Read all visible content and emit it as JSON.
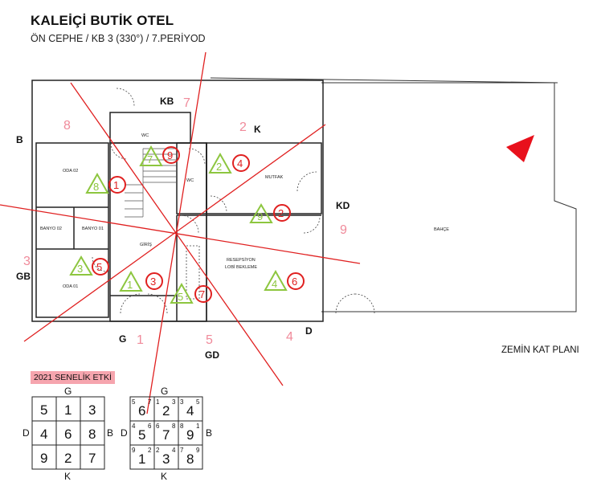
{
  "header": {
    "title": "KALEİÇİ BUTİK OTEL",
    "subtitle": "ÖN CEPHE / KB 3 (330°) / 7.PERİYOD"
  },
  "plan": {
    "label": "ZEMİN KAT PLANI",
    "directions": {
      "KB": "KB",
      "K": "K",
      "KD": "KD",
      "D": "D",
      "GD": "GD",
      "G": "G",
      "GB": "GB",
      "B": "B"
    },
    "direction_numbers": {
      "KB": "7",
      "K": "2",
      "KD": "9",
      "D": "4",
      "GD": "5",
      "G": "1",
      "GB": "3",
      "B": "8"
    },
    "rooms": {
      "wc1": "WC",
      "wc2": "WC",
      "oda02": "ODA 02",
      "oda01": "ODA 01",
      "banyo02": "BANYO 02",
      "banyo01": "BANYO 01",
      "giris": "GİRİŞ",
      "mutfak": "MUTFAK",
      "resepsiyon1": "RESEPSİYON",
      "resepsiyon2": "LOBİ BEKLEME",
      "bahce": "BAHÇE"
    },
    "markers": [
      {
        "tri": "7",
        "circ": "9"
      },
      {
        "tri": "8",
        "circ": "1"
      },
      {
        "tri": "2",
        "circ": "4"
      },
      {
        "tri": "9",
        "circ": "2"
      },
      {
        "tri": "3",
        "circ": "5"
      },
      {
        "tri": "1",
        "circ": "3"
      },
      {
        "tri": "5",
        "circ": "7"
      },
      {
        "tri": "4",
        "circ": "6"
      }
    ],
    "colors": {
      "triangle": "#8dc63f",
      "circle": "#e02020",
      "lines": "#e02020",
      "pink": "#f08a9a"
    }
  },
  "legend": {
    "badge": "2021 SENELİK ETKİ",
    "grid1": {
      "top": "G",
      "bottom": "K",
      "left": "D",
      "right": "B",
      "cells": [
        "5",
        "1",
        "3",
        "4",
        "6",
        "8",
        "9",
        "2",
        "7"
      ]
    },
    "grid2": {
      "top": "G",
      "bottom": "K",
      "left": "D",
      "right": "B",
      "cells": [
        {
          "tl": "5",
          "tr": "7",
          "main": "6"
        },
        {
          "tl": "1",
          "tr": "3",
          "main": "2"
        },
        {
          "tl": "3",
          "tr": "5",
          "main": "4"
        },
        {
          "tl": "4",
          "tr": "6",
          "main": "5"
        },
        {
          "tl": "6",
          "tr": "8",
          "main": "7"
        },
        {
          "tl": "8",
          "tr": "1",
          "main": "9"
        },
        {
          "tl": "9",
          "tr": "2",
          "main": "1"
        },
        {
          "tl": "2",
          "tr": "4",
          "main": "3"
        },
        {
          "tl": "7",
          "tr": "9",
          "main": "8"
        }
      ]
    }
  }
}
